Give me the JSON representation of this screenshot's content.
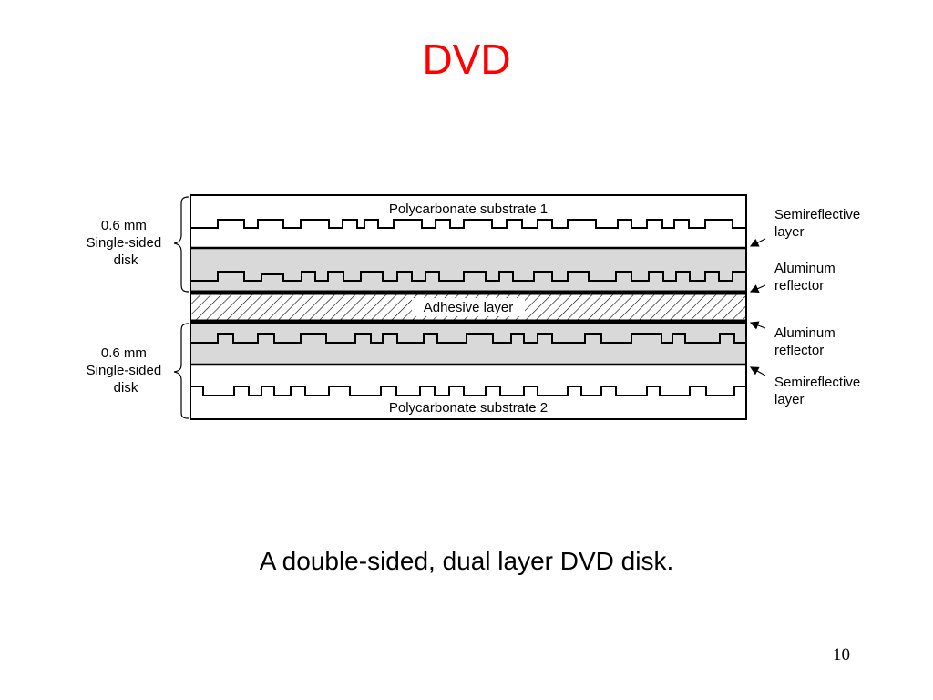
{
  "slide": {
    "title": "DVD",
    "caption": "A double-sided, dual layer DVD disk.",
    "page_number": "10"
  },
  "diagram": {
    "layers": {
      "top_substrate": "Polycarbonate substrate 1",
      "adhesive": "Adhesive layer",
      "bottom_substrate": "Polycarbonate substrate 2"
    },
    "left_labels": [
      {
        "lines": [
          "0.6 mm",
          "Single-sided",
          "disk"
        ]
      },
      {
        "lines": [
          "0.6 mm",
          "Single-sided",
          "disk"
        ]
      }
    ],
    "right_labels": [
      {
        "lines": [
          "Semireflective",
          "layer"
        ]
      },
      {
        "lines": [
          "Aluminum",
          "reflector"
        ]
      },
      {
        "lines": [
          "Aluminum",
          "reflector"
        ]
      },
      {
        "lines": [
          "Semireflective",
          "layer"
        ]
      }
    ],
    "colors": {
      "fill_gray": "#d9d9d9",
      "title_red": "#ff0000"
    }
  }
}
